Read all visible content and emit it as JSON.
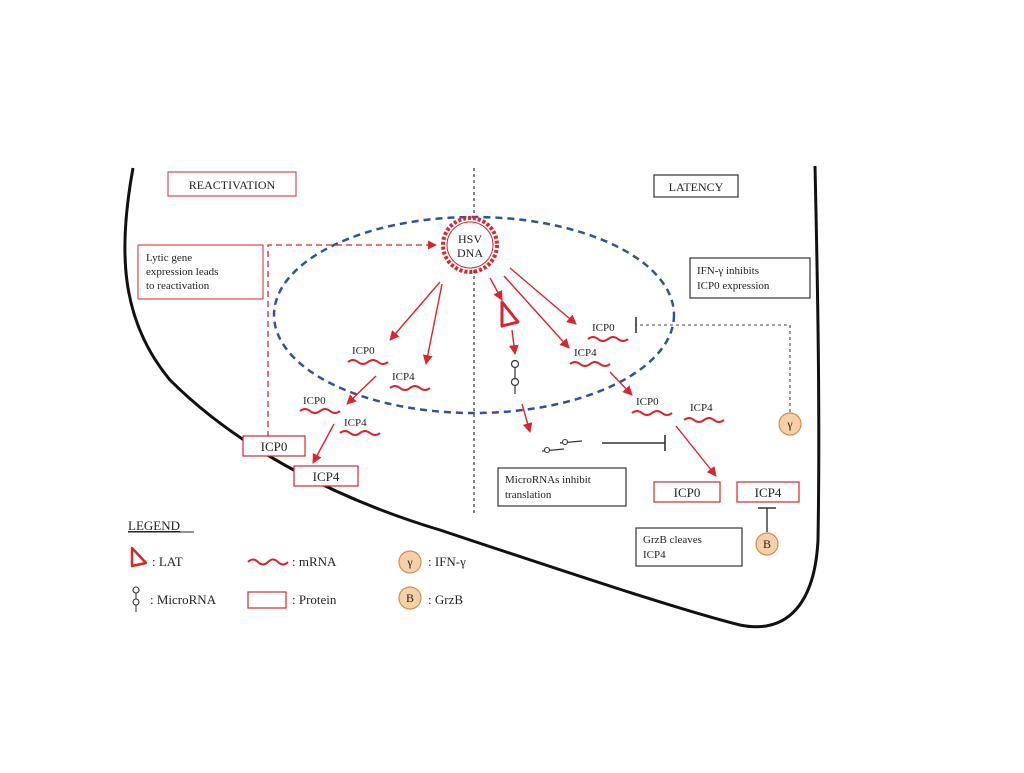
{
  "colors": {
    "arrow": "#d9262c",
    "box_border": "#d9262c",
    "nucleus": "#2f5597",
    "cell_outline": "#111111",
    "cytokine_fill": "#f7cfa8",
    "cytokine_stroke": "#c9924e"
  },
  "regions": {
    "reactivation": "REACTIVATION",
    "latency": "LATENCY"
  },
  "hsv_dna": {
    "line1": "HSV",
    "line2": "DNA"
  },
  "notes": {
    "lytic": [
      "Lytic gene",
      "expression leads",
      "to reactivation"
    ],
    "ifn": [
      "IFN-γ inhibits",
      "ICP0 expression"
    ],
    "microrna": [
      "MicroRNAs inhibit",
      "translation"
    ],
    "grzb": [
      "GrzB cleaves",
      "ICP4"
    ]
  },
  "mrna_labels": {
    "left_icp0_upper": "ICP0",
    "left_icp4_upper": "ICP4",
    "left_icp0_lower": "ICP0",
    "left_icp4_lower": "ICP4",
    "right_icp0_upper": "ICP0",
    "right_icp4_upper": "ICP4",
    "right_icp0_lower": "ICP0",
    "right_icp4_lower": "ICP4"
  },
  "proteins": {
    "left_icp0": "ICP0",
    "left_icp4": "ICP4",
    "right_icp0": "ICP0",
    "right_icp4": "ICP4"
  },
  "cytokines": {
    "gamma": "γ",
    "b": "B"
  },
  "legend": {
    "title": "LEGEND",
    "lat": ": LAT",
    "mrna": ": mRNA",
    "ifn": ": IFN-γ",
    "microrna": ": MicroRNA",
    "protein": ": Protein",
    "grzb": ": GrzB",
    "gamma_symbol": "γ",
    "b_symbol": "B"
  }
}
